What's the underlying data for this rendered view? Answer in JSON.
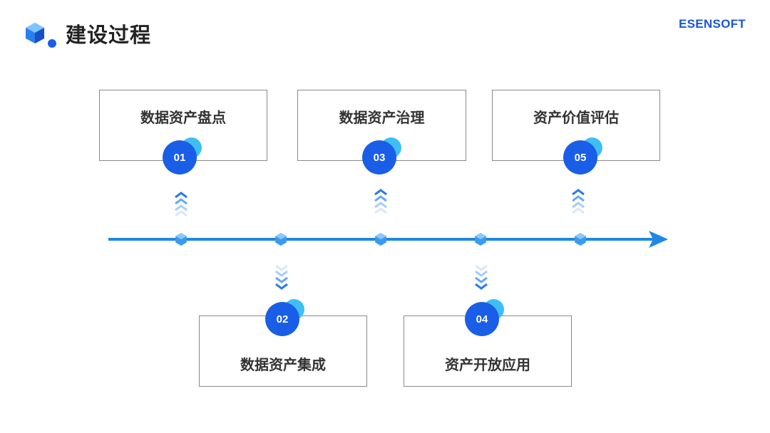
{
  "header": {
    "title": "建设过程",
    "brand": "ESENSOFT"
  },
  "colors": {
    "accent": "#1a5ee8",
    "light_accent": "#3fbef2",
    "timeline": "#1e88e5"
  },
  "steps": [
    {
      "number": "01",
      "label": "数据资产盘点",
      "position": "top"
    },
    {
      "number": "02",
      "label": "数据资产集成",
      "position": "bottom"
    },
    {
      "number": "03",
      "label": "数据资产治理",
      "position": "top"
    },
    {
      "number": "04",
      "label": "资产开放应用",
      "position": "bottom"
    },
    {
      "number": "05",
      "label": "资产价值评估",
      "position": "top"
    }
  ],
  "icons": {
    "logo": "cube-logo-icon",
    "timeline_node": "hexagon-node-icon",
    "up_connector": "chevrons-up-icon",
    "down_connector": "chevrons-down-icon",
    "timeline_end": "arrow-right-icon"
  }
}
